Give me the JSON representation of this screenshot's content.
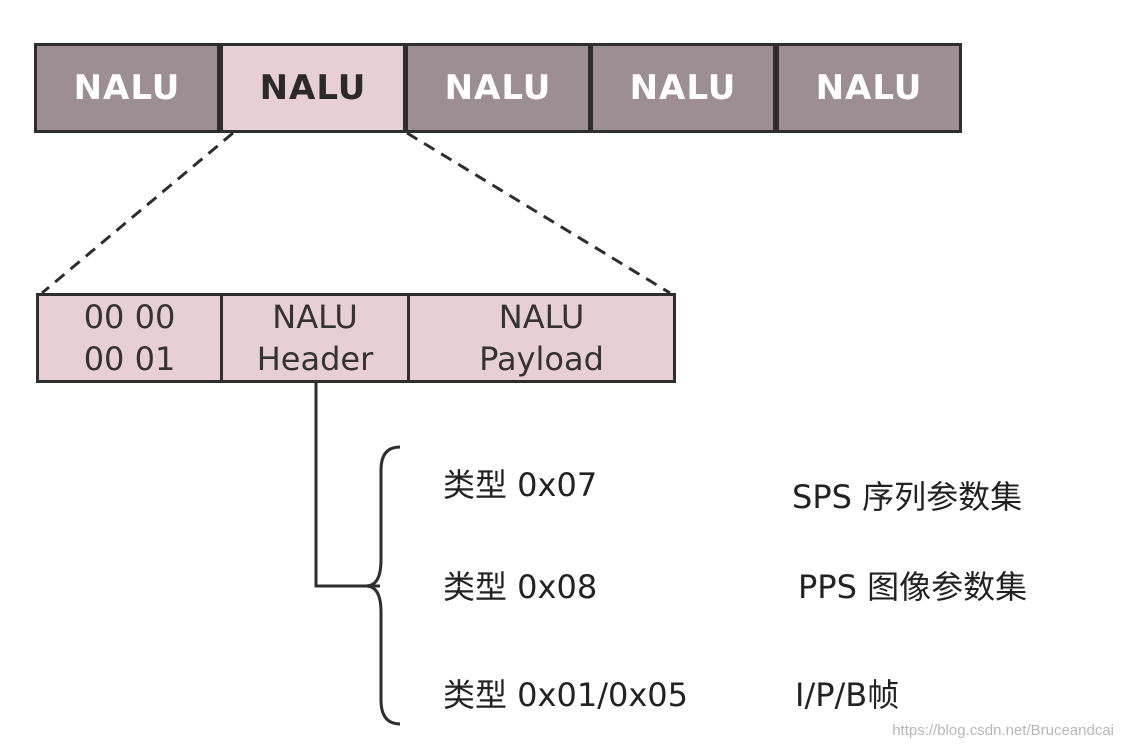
{
  "top_row": [
    "NALU",
    "NALU",
    "NALU",
    "NALU",
    "NALU"
  ],
  "nalu_unit": {
    "start_code": [
      "00 00",
      "00 01"
    ],
    "header": [
      "NALU",
      "Header"
    ],
    "payload": [
      "NALU",
      "Payload"
    ]
  },
  "types": [
    {
      "code": "类型 0x07",
      "meaning": "SPS 序列参数集"
    },
    {
      "code": "类型 0x08",
      "meaning": "PPS 图像参数集"
    },
    {
      "code": "类型 0x01/0x05",
      "meaning": "I/P/B帧"
    }
  ],
  "watermark": "https://blog.csdn.net/Bruceandcai",
  "colors": {
    "dark_cell": "#9c8e93",
    "light_cell": "#e8cfd6",
    "border": "#2e2e2e"
  }
}
